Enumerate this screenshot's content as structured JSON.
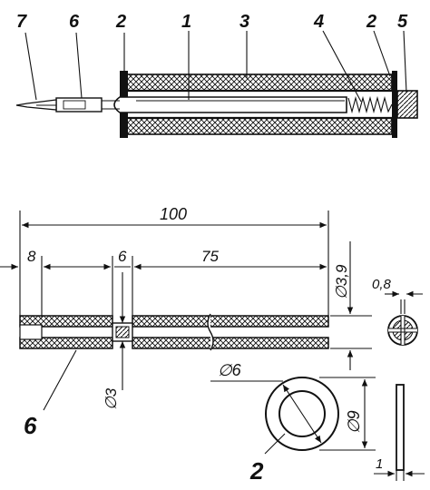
{
  "assembly": {
    "callouts": [
      "7",
      "6",
      "2",
      "1",
      "3",
      "4",
      "2",
      "5"
    ]
  },
  "rod_view": {
    "dimensions": {
      "overall_length": "100",
      "seg_a": "8",
      "seg_b": "6",
      "seg_c": "75",
      "outer_diameter": "∅3,9",
      "bore_diameter": "∅3",
      "slot_width": "0,8"
    },
    "part_label": "6"
  },
  "washer_view": {
    "inner_diameter": "∅6",
    "outer_diameter": "∅9",
    "thickness": "1",
    "part_label": "2"
  }
}
